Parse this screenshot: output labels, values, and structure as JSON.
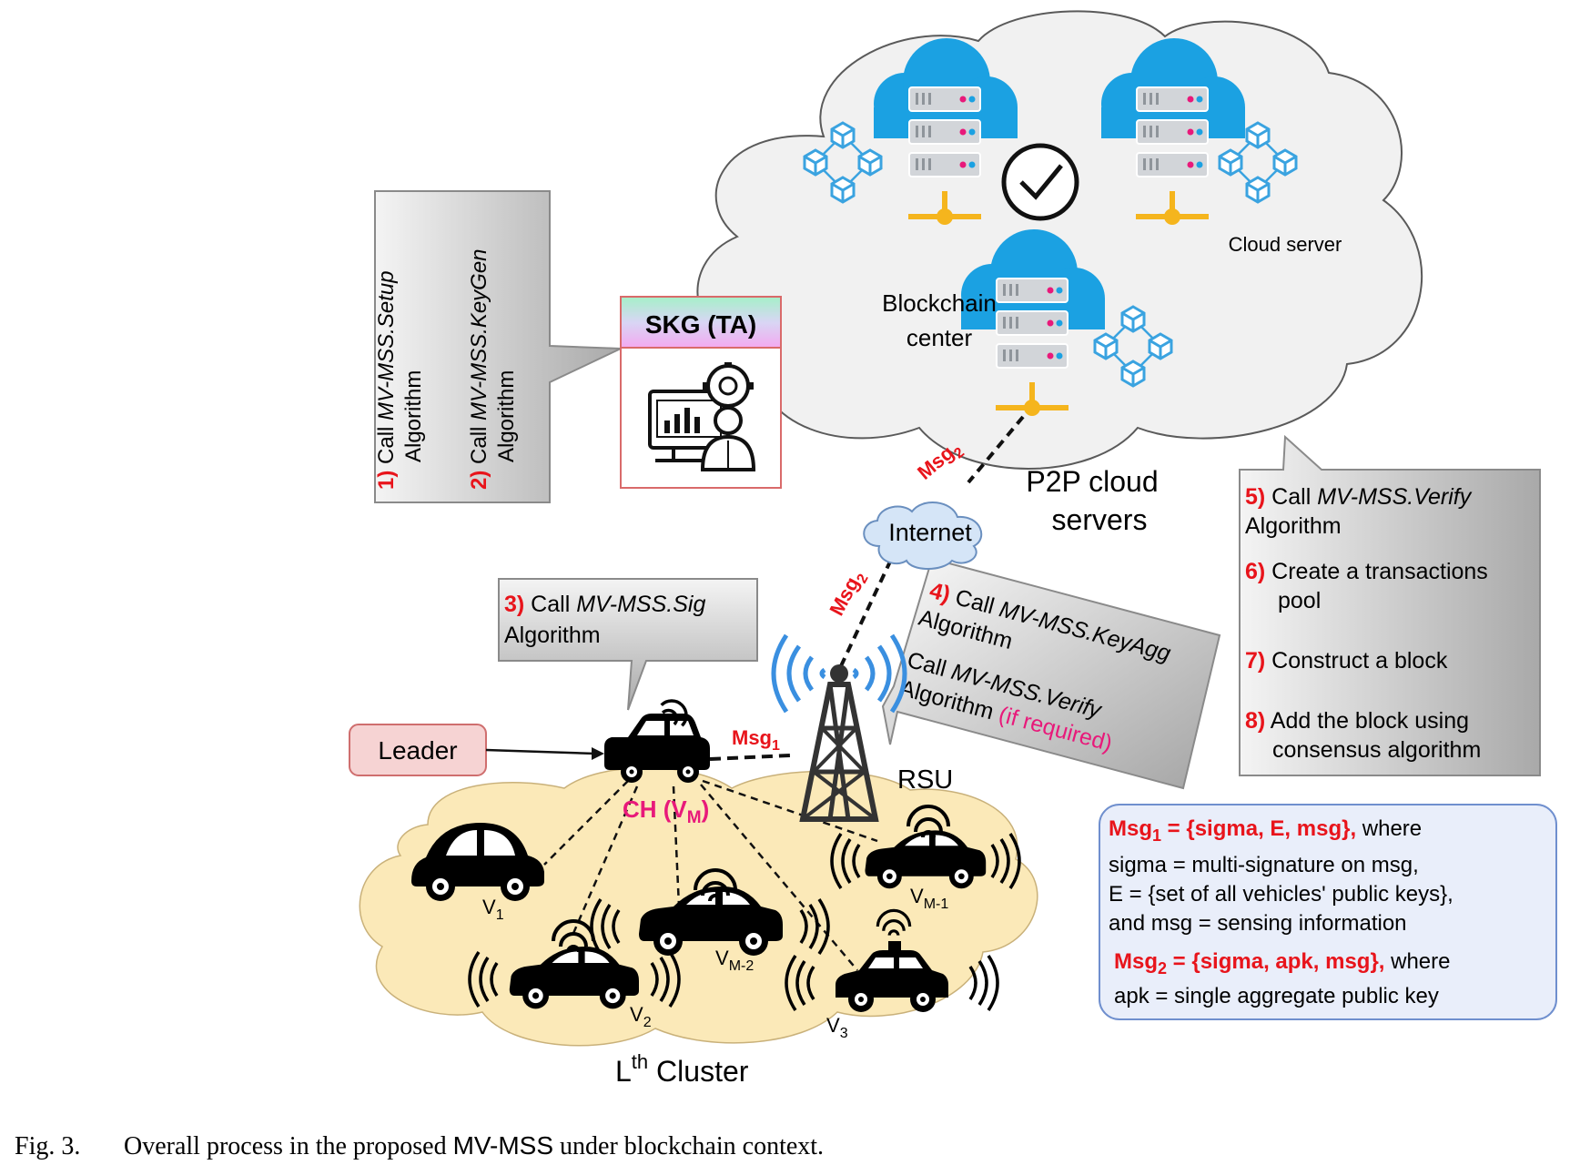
{
  "colors": {
    "red": "#e8141b",
    "magenta": "#e8197a",
    "cloud_fill": "#f1f1f1",
    "cluster_fill": "#fbe9b8",
    "legend_fill": "#e9eefa",
    "legend_border": "#6f8fce",
    "leader_fill": "#f6d3d3",
    "leader_border": "#cf6e6e",
    "server_blue": "#1ba1e2",
    "chain_blue": "#3aa3e0",
    "gold": "#f5b51d"
  },
  "icons": [
    "cloud-server-icon",
    "blockchain-icon",
    "verified-check-icon",
    "ta-admin-icon",
    "car-icon",
    "signal-waves-icon",
    "rsu-tower-icon",
    "internet-cloud-icon"
  ],
  "cloud": {
    "center_label_1": "Blockchain",
    "center_label_2": "center",
    "server_label": "Cloud server",
    "p2p_label_1": "P2P cloud",
    "p2p_label_2": "servers"
  },
  "skg": {
    "title": "SKG (TA)",
    "callout": {
      "step1_num": "1)",
      "step1_text": " Call ",
      "step1_alg": "MV-MSS.Setup",
      "step1_line2": "Algorithm",
      "step2_num": "2)",
      "step2_text": " Call ",
      "step2_alg": "MV-MSS.KeyGen",
      "step2_line2": "Algorithm"
    }
  },
  "sig_callout": {
    "num": "3)",
    "text": " Call ",
    "alg": "MV-MSS.Sig",
    "line2": "Algorithm"
  },
  "rsu_callout": {
    "num": "4)",
    "text": " Call ",
    "alg": "MV-MSS.KeyAgg",
    "line2": "Algorithm",
    "line3_text": "Call ",
    "line3_alg": "MV-MSS.Verify",
    "line4": "Algorithm ",
    "line4_note": "(if required)"
  },
  "verify_callout": {
    "s5_num": "5)",
    "s5_text": " Call ",
    "s5_alg": "MV-MSS.Verify",
    "s5_line2": "Algorithm",
    "s6_num": "6)",
    "s6_text": " Create a transactions",
    "s6_line2": "pool",
    "s7_num": "7)",
    "s7_text": " Construct a block",
    "s8_num": "8)",
    "s8_text": " Add the block using",
    "s8_line2": "consensus algorithm"
  },
  "network": {
    "internet": "Internet",
    "rsu": "RSU",
    "msg": "Msg",
    "sub1": "1",
    "sub2": "2"
  },
  "cluster": {
    "leader": "Leader",
    "ch": "CH (V",
    "ch_sub": "M",
    "ch_close": ")",
    "v": "V",
    "v1_sub": "1",
    "v2_sub": "2",
    "v3_sub": "3",
    "vm1_sub": "M-1",
    "vm2_sub": "M-2",
    "cluster_l": "L",
    "cluster_th": "th",
    "cluster_word": " Cluster"
  },
  "legend": {
    "msg1_name": "Msg",
    "msg1_sub": "1",
    "msg1_eq": " = {sigma, E, msg},",
    "msg1_where": " where",
    "line2": "sigma = multi-signature on msg,",
    "line3": "E = {set of all vehicles' public keys},",
    "line4": "and  msg = sensing information",
    "msg2_name": "Msg",
    "msg2_sub": "2",
    "msg2_eq": " = {sigma, apk, msg},",
    "msg2_where": " where",
    "line6": "apk = single aggregate public key"
  },
  "caption": {
    "label": "Fig. 3.",
    "text_a": "Overall process in the proposed ",
    "text_b": "MV-MSS",
    "text_c": " under blockchain context."
  }
}
